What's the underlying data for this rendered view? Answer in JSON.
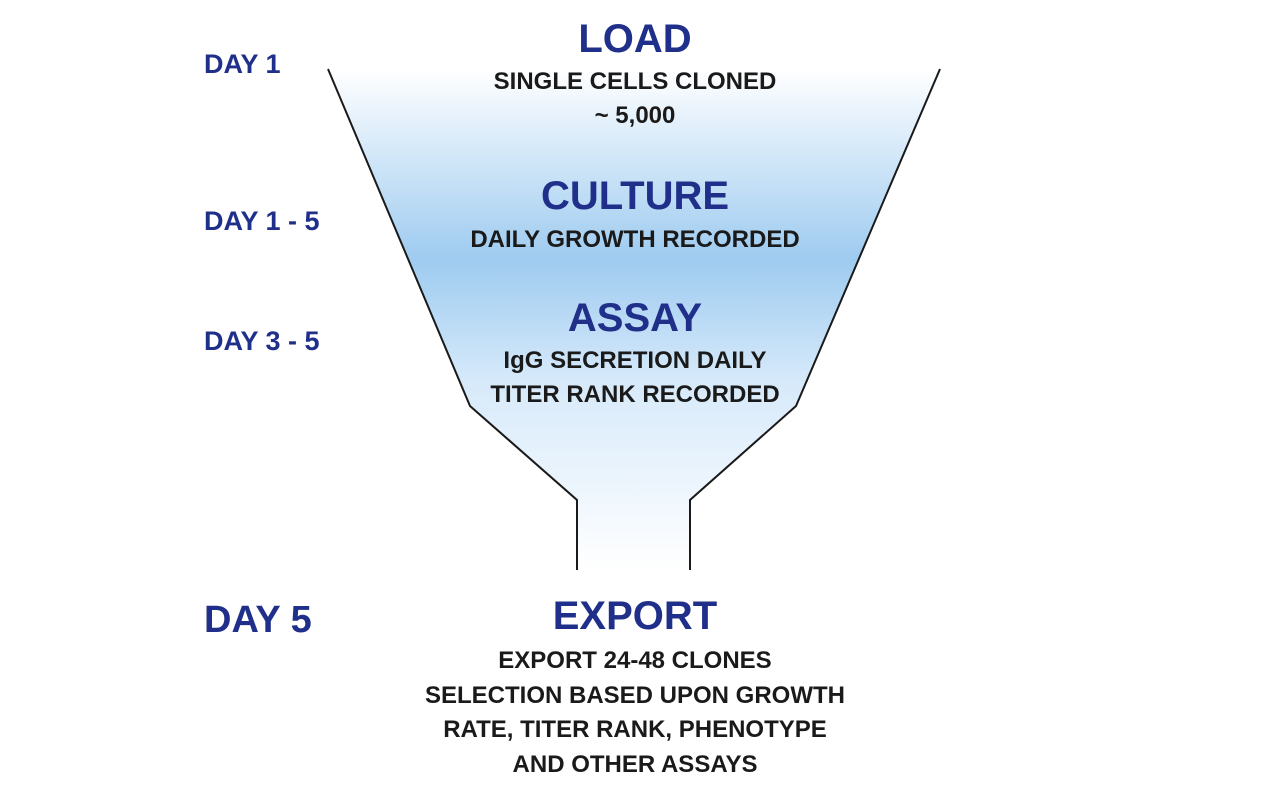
{
  "stages": {
    "load": {
      "day": "DAY 1",
      "title": "LOAD",
      "lines": [
        "SINGLE CELLS CLONED",
        "~ 5,000"
      ]
    },
    "culture": {
      "day": "DAY 1 - 5",
      "title": "CULTURE",
      "lines": [
        "DAILY GROWTH RECORDED"
      ]
    },
    "assay": {
      "day": "DAY 3 - 5",
      "title": "ASSAY",
      "lines": [
        "IgG SECRETION DAILY",
        "TITER RANK RECORDED"
      ]
    },
    "export": {
      "day": "DAY 5",
      "title": "EXPORT",
      "lines": [
        "EXPORT 24-48 CLONES",
        "SELECTION BASED UPON GROWTH",
        "RATE, TITER RANK, PHENOTYPE",
        "AND OTHER ASSAYS"
      ]
    }
  },
  "colors": {
    "heading": "#1f2f8a",
    "body_text": "#1a1a1a",
    "funnel_outline": "#1a1a1a",
    "funnel_fill": "#9ecbf0"
  }
}
